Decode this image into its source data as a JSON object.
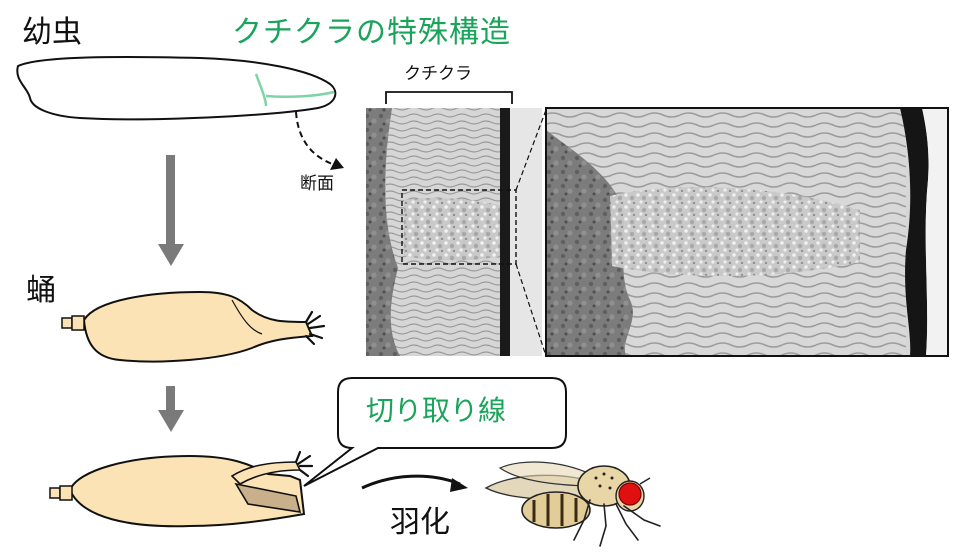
{
  "labels": {
    "larva": "幼虫",
    "pupa": "蛹",
    "cuticle_structure_title": "クチクラの特殊構造",
    "cross_section": "断面",
    "cuticle": "クチクラ",
    "cut_line": "切り取り線",
    "eclosion": "羽化"
  },
  "colors": {
    "accent_green": "#1aa35a",
    "pupa_fill": "#fbe3b6",
    "arrow_gray": "#7a7a7a",
    "fly_eye": "#e01010"
  }
}
